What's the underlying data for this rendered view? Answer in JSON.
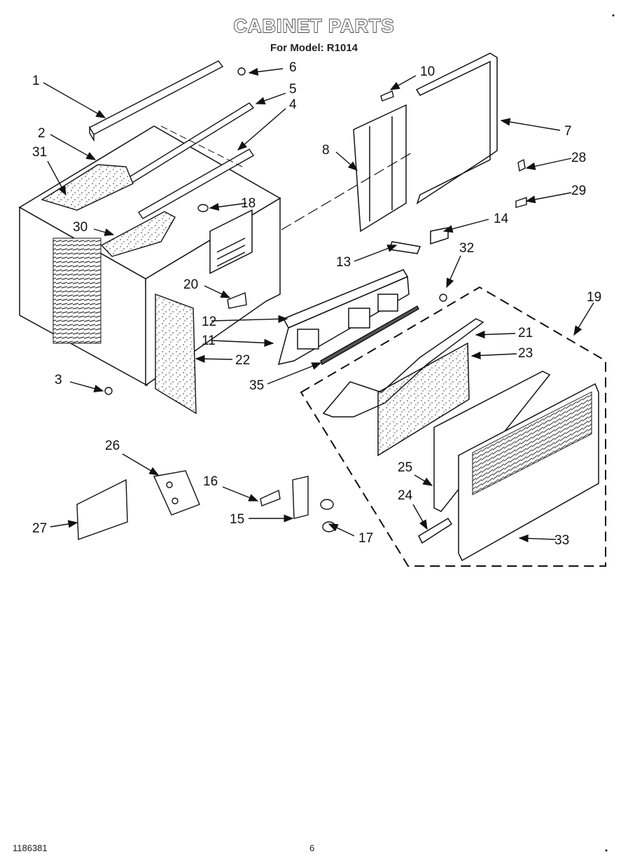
{
  "header": {
    "title": "CABINET PARTS",
    "subtitle": "For Model: R1014"
  },
  "footer": {
    "doc_number": "1186381",
    "page_number": "6"
  },
  "callouts": [
    "1",
    "2",
    "3",
    "4",
    "5",
    "6",
    "7",
    "8",
    "10",
    "11",
    "12",
    "13",
    "14",
    "15",
    "16",
    "17",
    "18",
    "19",
    "20",
    "21",
    "22",
    "23",
    "24",
    "25",
    "26",
    "27",
    "28",
    "29",
    "30",
    "31",
    "32",
    "33",
    "35"
  ]
}
